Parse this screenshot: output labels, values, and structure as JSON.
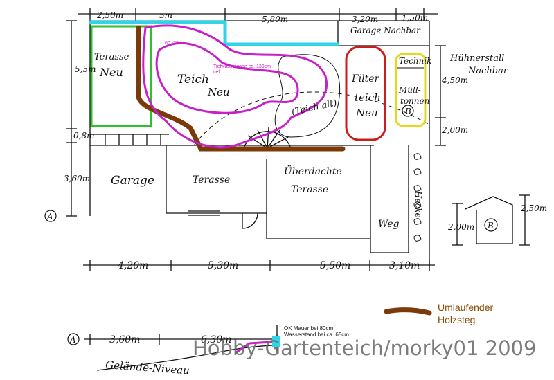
{
  "dims": {
    "top_1": "2,50m",
    "top_2": "5m",
    "top_3": "5,80m",
    "top_4": "3,20m",
    "top_5": "1,50m",
    "left_1": "5,5m",
    "left_2": "0,8m",
    "left_3": "3,60m",
    "right_1": "4,50m",
    "right_2": "2,00m",
    "bottom_1": "4,20m",
    "bottom_2": "5,30m",
    "bottom_3": "5,50m",
    "bottom_4": "3,10m",
    "shed_height": "2,00m",
    "shed_right": "2,50m",
    "section_1": "3,60m",
    "section_2": "6,30m"
  },
  "labels": {
    "terasse_neu_1": "Terasse",
    "terasse_neu_2": "Neu",
    "teich_neu_1": "Teich",
    "teich_neu_2": "Neu",
    "depth_60_70": "60 -70 cm",
    "tiefwasser": "Tiefwasserzone ca. 130cm",
    "tiefwasser_2": "tief",
    "teich_alt": "(Teich alt)",
    "filter_1": "Filter",
    "filter_2": "teich",
    "filter_3": "Neu",
    "garage_nachbar": "Garage Nachbar",
    "huehnerstall_1": "Hühnerstall",
    "huehnerstall_2": "Nachbar",
    "technik": "Technik",
    "muell_1": "Müll-",
    "muell_2": "tonnen",
    "marker_b": "B",
    "garage": "Garage",
    "terasse": "Terasse",
    "ueberdacht_1": "Überdachte",
    "ueberdacht_2": "Terasse",
    "weg": "Weg",
    "hecke": "Hecke",
    "marker_a": "A",
    "gelaende": "Gelände-Niveau",
    "mauer_1": "OK Mauer bei 80cm",
    "mauer_2": "Wasserstand bei ca. 65cm"
  },
  "legend": {
    "line_1": "Umlaufender",
    "line_2": "Holzsteg"
  },
  "watermark": "Hobby-Gartenteich/morky01 2009",
  "colors": {
    "terrace_green": "#2fbf2f",
    "pond_magenta": "#c81fc8",
    "wall_cyan": "#2fd4e8",
    "deck_brown": "#7a3a0a",
    "filter_red": "#c81e1e",
    "bin_yellow": "#e8d81a",
    "legend_text": "#8a4a00"
  }
}
